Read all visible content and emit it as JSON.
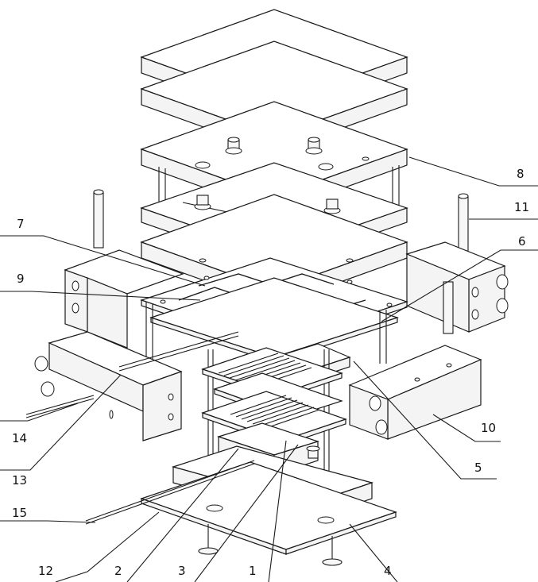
{
  "labels": {
    "l1": "1",
    "l2": "2",
    "l3": "3",
    "l4": "4",
    "l5": "5",
    "l6": "6",
    "l7": "7",
    "l8": "8",
    "l9": "9",
    "l10": "10",
    "l11": "11",
    "l12": "12",
    "l13": "13",
    "l14": "14",
    "l15": "15"
  }
}
